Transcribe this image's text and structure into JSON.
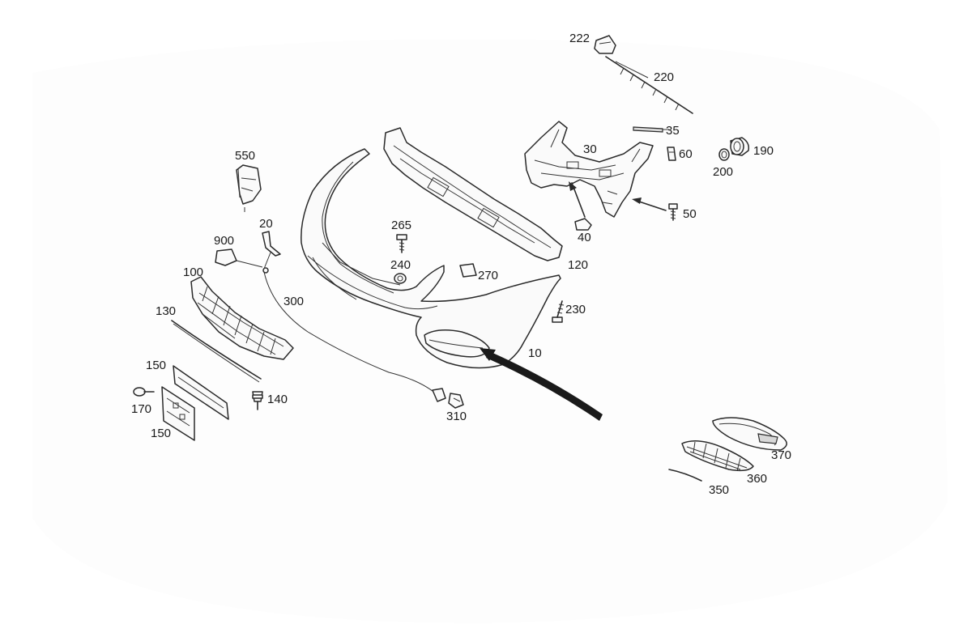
{
  "diagram": {
    "callouts": [
      {
        "id": "c222",
        "text": "222"
      },
      {
        "id": "c220",
        "text": "220"
      },
      {
        "id": "c35",
        "text": "35"
      },
      {
        "id": "c30",
        "text": "30"
      },
      {
        "id": "c60",
        "text": "60"
      },
      {
        "id": "c190",
        "text": "190"
      },
      {
        "id": "c200",
        "text": "200"
      },
      {
        "id": "c50",
        "text": "50"
      },
      {
        "id": "c40",
        "text": "40"
      },
      {
        "id": "c120",
        "text": "120"
      },
      {
        "id": "c550",
        "text": "550"
      },
      {
        "id": "c20",
        "text": "20"
      },
      {
        "id": "c265",
        "text": "265"
      },
      {
        "id": "c900",
        "text": "900"
      },
      {
        "id": "c240",
        "text": "240"
      },
      {
        "id": "c270",
        "text": "270"
      },
      {
        "id": "c100",
        "text": "100"
      },
      {
        "id": "c300",
        "text": "300"
      },
      {
        "id": "c230",
        "text": "230"
      },
      {
        "id": "c130",
        "text": "130"
      },
      {
        "id": "c10",
        "text": "10"
      },
      {
        "id": "c150a",
        "text": "150"
      },
      {
        "id": "c140",
        "text": "140"
      },
      {
        "id": "c170",
        "text": "170"
      },
      {
        "id": "c310",
        "text": "310"
      },
      {
        "id": "c150b",
        "text": "150"
      },
      {
        "id": "c370",
        "text": "370"
      },
      {
        "id": "c360",
        "text": "360"
      },
      {
        "id": "c350",
        "text": "350"
      }
    ]
  }
}
